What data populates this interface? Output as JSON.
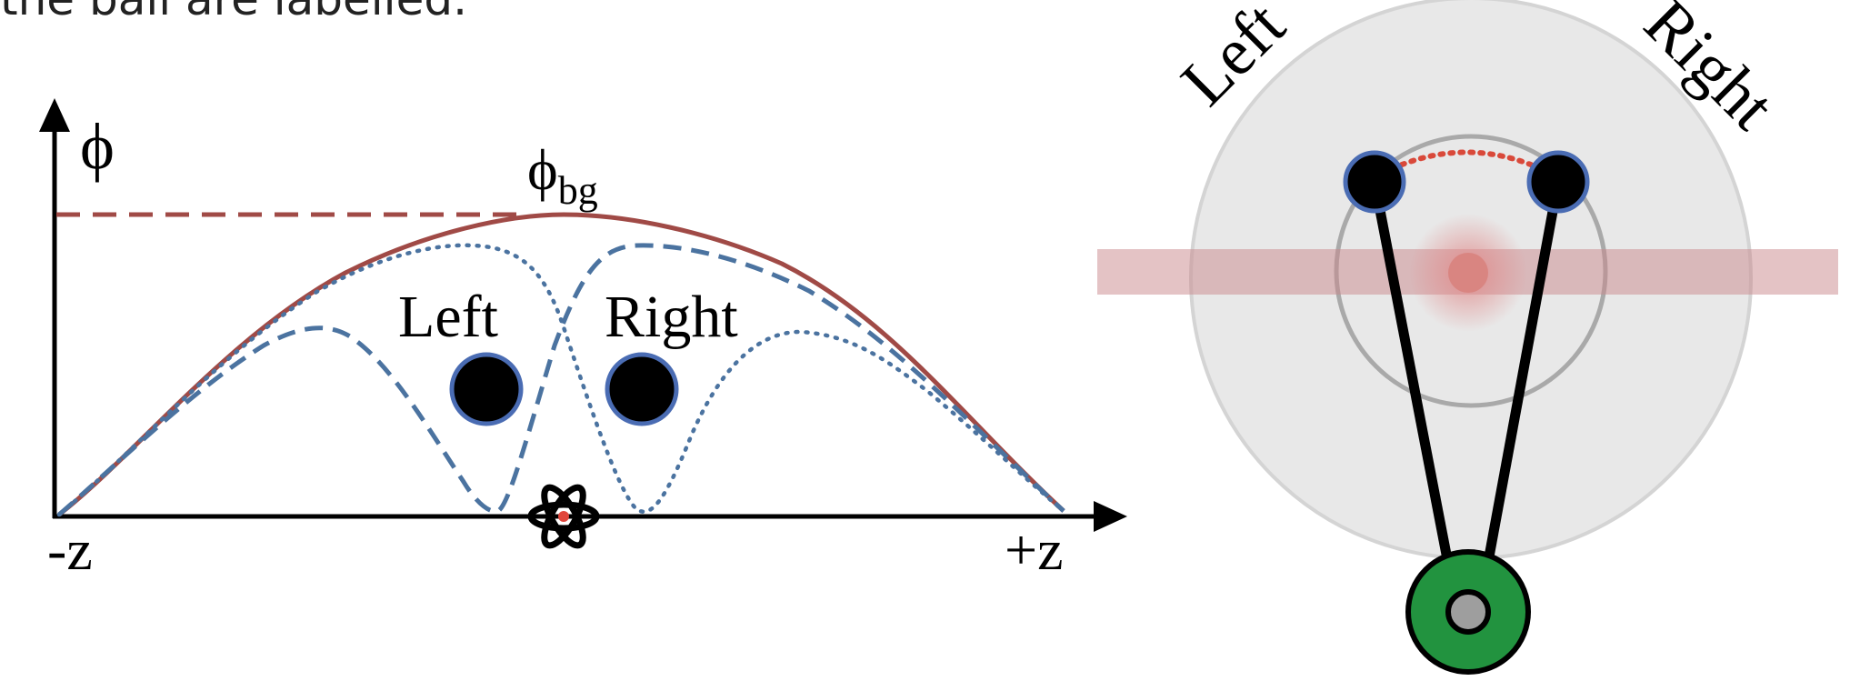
{
  "caption": {
    "text": "the ball are labelled."
  },
  "plot": {
    "y_axis_label": "ϕ",
    "bg_label_main": "ϕ",
    "bg_label_sub": "bg",
    "x_min_label": "-z",
    "x_max_label": "+z",
    "left_label": "Left",
    "right_label": "Right",
    "curve_colors": {
      "background": "#a04a46",
      "dashed": "#4b73a0",
      "dotted": "#4b73a0"
    }
  },
  "schematic": {
    "left_label": "Left",
    "right_label": "Right",
    "pivot_color": "#22933f",
    "ball_color": "#000000",
    "ball_outline": "#4a6cb3",
    "beam_color": "#c9888c"
  }
}
